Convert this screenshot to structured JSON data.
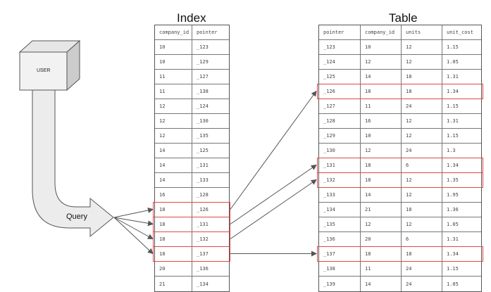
{
  "index": {
    "title": "Index",
    "columns": [
      "company_id",
      "pointer"
    ],
    "rows": [
      [
        "10",
        "_123"
      ],
      [
        "10",
        "_129"
      ],
      [
        "11",
        "_127"
      ],
      [
        "11",
        "_138"
      ],
      [
        "12",
        "_124"
      ],
      [
        "12",
        "_130"
      ],
      [
        "12",
        "_135"
      ],
      [
        "14",
        "_125"
      ],
      [
        "14",
        "_131"
      ],
      [
        "14",
        "_133"
      ],
      [
        "16",
        "_128"
      ],
      [
        "18",
        "_126"
      ],
      [
        "18",
        "_131"
      ],
      [
        "18",
        "_132"
      ],
      [
        "18",
        "_137"
      ],
      [
        "20",
        "_136"
      ],
      [
        "21",
        "_134"
      ]
    ],
    "highlighted_rows": [
      11,
      12,
      13,
      14
    ]
  },
  "table": {
    "title": "Table",
    "columns": [
      "pointer",
      "company_id",
      "units",
      "unit_cost"
    ],
    "rows": [
      [
        "_123",
        "10",
        "12",
        "1.15"
      ],
      [
        "_124",
        "12",
        "12",
        "1.05"
      ],
      [
        "_125",
        "14",
        "18",
        "1.31"
      ],
      [
        "_126",
        "18",
        "18",
        "1.34"
      ],
      [
        "_127",
        "11",
        "24",
        "1.15"
      ],
      [
        "_128",
        "16",
        "12",
        "1.31"
      ],
      [
        "_129",
        "10",
        "12",
        "1.15"
      ],
      [
        "_130",
        "12",
        "24",
        "1.3"
      ],
      [
        "_131",
        "18",
        "6",
        "1.34"
      ],
      [
        "_132",
        "18",
        "12",
        "1.35"
      ],
      [
        "_133",
        "14",
        "12",
        "1.95"
      ],
      [
        "_134",
        "21",
        "18",
        "1.36"
      ],
      [
        "_135",
        "12",
        "12",
        "1.05"
      ],
      [
        "_136",
        "20",
        "6",
        "1.31"
      ],
      [
        "_137",
        "18",
        "18",
        "1.34"
      ],
      [
        "_138",
        "11",
        "24",
        "1.15"
      ],
      [
        "_139",
        "14",
        "24",
        "1.05"
      ]
    ],
    "highlighted_rows": [
      3,
      8,
      9,
      14
    ]
  },
  "user_box": {
    "label": "USER"
  },
  "query_arrow": {
    "label": "Query"
  },
  "pointer_links": [
    {
      "from_index_row": 11,
      "to_table_row": 3
    },
    {
      "from_index_row": 12,
      "to_table_row": 8
    },
    {
      "from_index_row": 13,
      "to_table_row": 9
    },
    {
      "from_index_row": 14,
      "to_table_row": 14
    }
  ],
  "colors": {
    "highlight": "#e04848",
    "arrow": "#555555",
    "cube_top": "#e6e6e6",
    "cube_front": "#f2f2f2",
    "cube_side": "#cccccc",
    "query_fill": "#ececec"
  }
}
